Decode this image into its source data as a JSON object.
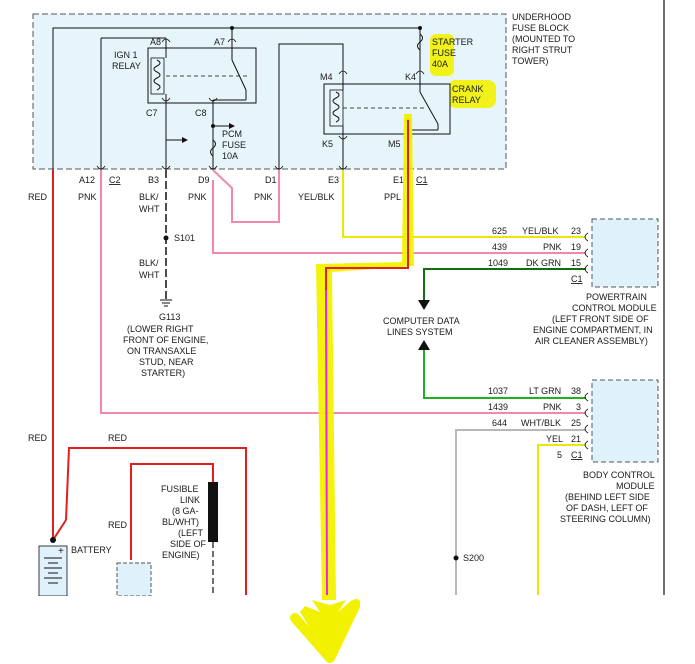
{
  "fuse_block": {
    "title": [
      "UNDERHOOD",
      "FUSE BLOCK",
      "(MOUNTED TO",
      "RIGHT STRUT",
      "TOWER)"
    ],
    "ign1_relay": [
      "IGN 1",
      "RELAY"
    ],
    "starter_fuse": [
      "STARTER",
      "FUSE",
      "40A"
    ],
    "crank_relay": [
      "CRANK",
      "RELAY"
    ],
    "pcm_fuse": [
      "PCM",
      "FUSE",
      "10A"
    ],
    "pins": {
      "a8": "A8",
      "a7": "A7",
      "c7": "C7",
      "c8": "C8",
      "m4": "M4",
      "k4": "K4",
      "k5": "K5",
      "m5": "M5"
    },
    "connectors": {
      "a12": "A12",
      "c2": "C2",
      "b3": "B3",
      "d9": "D9",
      "d1": "D1",
      "e3": "E3",
      "e1": "E1",
      "c1": "C1"
    }
  },
  "wires": {
    "red_left": "RED",
    "pnk_a12": "PNK",
    "blk_wht_b3": [
      "BLK/",
      "WHT"
    ],
    "pnk_d9": "PNK",
    "pnk_d1": "PNK",
    "yel_blk_e3": "YEL/BLK",
    "ppl_e1": "PPL",
    "blk_wht_lower": [
      "BLK/",
      "WHT"
    ],
    "red_lower_left": "RED",
    "red_top_battery": "RED",
    "red_fusible": "RED"
  },
  "splices": {
    "s101": "S101",
    "s200": "S200"
  },
  "ground": {
    "id": "G113",
    "desc": [
      "(LOWER RIGHT",
      "FRONT OF ENGINE,",
      "ON TRANSAXLE",
      "STUD, NEAR",
      "STARTER)"
    ]
  },
  "pcm": {
    "title": [
      "POWERTRAIN",
      "CONTROL MODULE",
      "(LEFT FRONT SIDE OF",
      "ENGINE COMPARTMENT, IN",
      "AIR CLEANER ASSEMBLY)"
    ],
    "rows": [
      {
        "circuit": "625",
        "color": "YEL/BLK",
        "pin": "23"
      },
      {
        "circuit": "439",
        "color": "PNK",
        "pin": "19"
      },
      {
        "circuit": "1049",
        "color": "DK GRN",
        "pin": "15"
      },
      {
        "circuit": "",
        "color": "",
        "pin": "C1"
      }
    ]
  },
  "bcm": {
    "title": [
      "BODY CONTROL",
      "MODULE",
      "(BEHIND LEFT SIDE",
      "OF DASH, LEFT OF",
      "STEERING COLUMN)"
    ],
    "rows": [
      {
        "circuit": "1037",
        "color": "LT GRN",
        "pin": "38"
      },
      {
        "circuit": "1439",
        "color": "PNK",
        "pin": "3"
      },
      {
        "circuit": "644",
        "color": "WHT/BLK",
        "pin": "25"
      },
      {
        "circuit": "",
        "color": "YEL",
        "pin": "21"
      },
      {
        "circuit": "5",
        "color": "",
        "pin": "C1"
      }
    ]
  },
  "data_lines": [
    "COMPUTER DATA",
    "LINES SYSTEM"
  ],
  "fusible_link": [
    "FUSIBLE",
    "LINK",
    "(8 GA-",
    "BL/WHT)",
    "(LEFT",
    "SIDE OF",
    "ENGINE)"
  ],
  "battery": "BATTERY",
  "colors": {
    "red": "#e02020",
    "pink": "#f08aa8",
    "yellow": "#e8e800",
    "green": "#20b020",
    "dkgreen": "#107010",
    "gray": "#b8b8b8",
    "magenta": "#ee22ee",
    "highlight": "#f2f200",
    "block_fill": "#e6f4fb",
    "module_fill": "#dff1fb"
  }
}
